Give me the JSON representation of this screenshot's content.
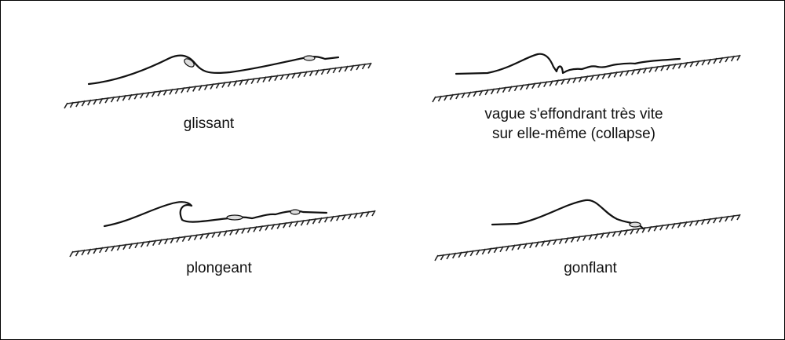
{
  "panels": [
    {
      "id": "spilling",
      "label": "glissant"
    },
    {
      "id": "collapsing",
      "label_line1": "vague s'effondrant très vite",
      "label_line2": "sur elle-même (collapse)"
    },
    {
      "id": "plunging",
      "label": "plongeant"
    },
    {
      "id": "surging",
      "label": "gonflant"
    }
  ]
}
